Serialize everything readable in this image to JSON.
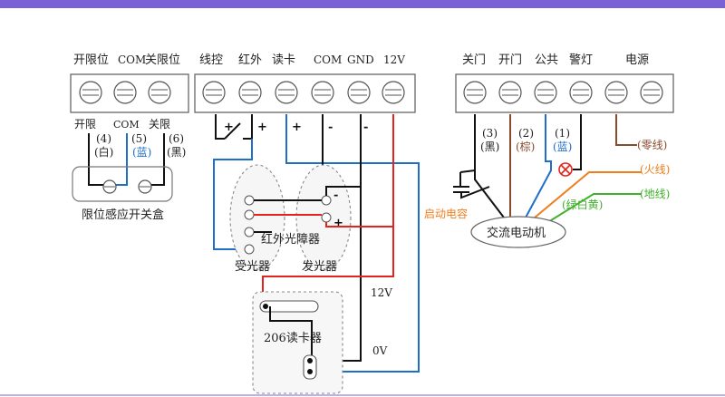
{
  "header": {
    "accent_color": "#7b61d6"
  },
  "limit_block": {
    "top_labels": [
      "开限位",
      "COM",
      "关限位"
    ],
    "wire_labels": [
      "开限",
      "COM",
      "关限"
    ],
    "wire_numbers": [
      "(4)",
      "(5)",
      "(6)"
    ],
    "wire_colors": [
      "(白)",
      "(蓝)",
      "(黑)"
    ],
    "box_caption": "限位感应开关盒"
  },
  "control_block": {
    "top_labels": [
      "线控",
      "红外",
      "读卡",
      "COM",
      "GND",
      "12V"
    ],
    "polarity": [
      "+",
      "+",
      "+",
      "-",
      "-"
    ]
  },
  "sensor": {
    "title": "红外光障器",
    "receiver": "受光器",
    "emitter": "发光器",
    "polarity": [
      "-",
      "+"
    ]
  },
  "reader": {
    "title": "206读卡器",
    "label_12v": "12V",
    "label_0v": "0V"
  },
  "motor_block": {
    "top_labels": [
      "关门",
      "开门",
      "公共",
      "警灯",
      "电源"
    ],
    "wire_numbers": [
      "(3)",
      "(2)",
      "(1)"
    ],
    "wire_colors": [
      "(黑)",
      "(棕)",
      "(蓝)"
    ],
    "power_labels": [
      "(零线)",
      "(火线)",
      "(地线)"
    ],
    "capacitor": "启动电容",
    "motor": "交流电动机",
    "motor_ground": "(绿白黄)"
  }
}
